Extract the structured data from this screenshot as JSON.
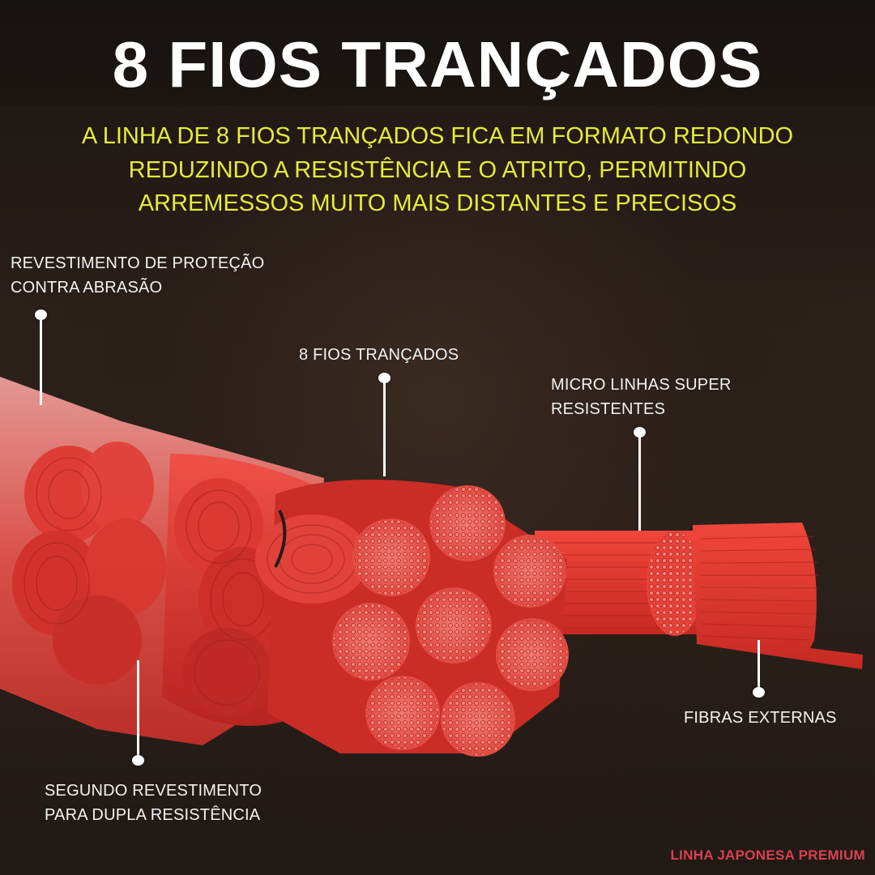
{
  "header": {
    "title": "8 FIOS TRANÇADOS",
    "subtitle_lines": [
      "A LINHA DE 8 FIOS TRANÇADOS FICA EM FORMATO REDONDO",
      "REDUZINDO A RESISTÊNCIA E O ATRITO, PERMITINDO",
      "ARREMESSOS MUITO MAIS DISTANTES E PRECISOS"
    ]
  },
  "callouts": [
    {
      "id": "protective-coating",
      "lines": [
        "REVESTIMENTO DE PROTEÇÃO",
        "CONTRA ABRASÃO"
      ]
    },
    {
      "id": "eight-strands",
      "lines": [
        "8 FIOS TRANÇADOS"
      ]
    },
    {
      "id": "micro-lines",
      "lines": [
        "MICRO LINHAS SUPER",
        "RESISTENTES"
      ]
    },
    {
      "id": "outer-fibers",
      "lines": [
        "FIBRAS EXTERNAS"
      ]
    },
    {
      "id": "second-coating",
      "lines": [
        "SEGUNDO REVESTIMENTO",
        "PARA DUPLA RESISTÊNCIA"
      ]
    }
  ],
  "brand": {
    "label": "LINHA JAPONESA PREMIUM"
  },
  "colors": {
    "background": "#241a16",
    "title": "#ffffff",
    "subtitle": "#e3ec3a",
    "label": "#f2f2f2",
    "brand": "#d9414f",
    "rope_red": "#e8352c",
    "strand_face": "#f0605a"
  }
}
